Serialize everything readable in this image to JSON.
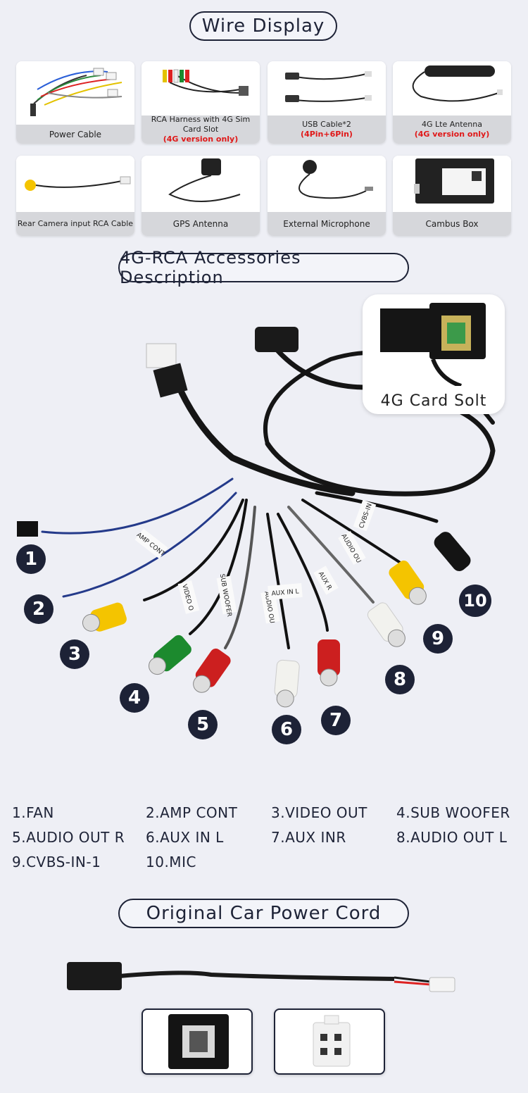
{
  "headings": {
    "wire_display": "Wire Display",
    "accessories": "4G-RCA Accessories Description",
    "power_cord": "Original Car Power Cord"
  },
  "cards": [
    {
      "label": "Power Cable",
      "note": ""
    },
    {
      "label": "RCA Harness with 4G Sim Card Slot",
      "note": "(4G version only)"
    },
    {
      "label": "USB Cable*2",
      "note": "(4Pin+6Pin)"
    },
    {
      "label": "4G Lte Antenna",
      "note": "(4G version only)"
    },
    {
      "label": "Rear Camera input RCA Cable",
      "note": ""
    },
    {
      "label": "GPS Antenna",
      "note": ""
    },
    {
      "label": "External Microphone",
      "note": ""
    },
    {
      "label": "Cambus Box",
      "note": ""
    }
  ],
  "card_slot_label": "4G Card Solt",
  "wire_tags": {
    "amp": "AMP CONT",
    "video": "VIDEO O",
    "sub": "SUB WOOFER",
    "auxl": "AUDIO OU",
    "auxin": "AUX IN L",
    "auxr": "AUX R",
    "audl": "AUDIO OU",
    "cvbs": "CVBS-IN"
  },
  "callouts": [
    "1",
    "2",
    "3",
    "4",
    "5",
    "6",
    "7",
    "8",
    "9",
    "10"
  ],
  "legend": [
    "1.FAN",
    "2.AMP CONT",
    "3.VIDEO OUT",
    "4.SUB WOOFER",
    "5.AUDIO OUT R",
    "6.AUX IN L",
    "7.AUX INR",
    "8.AUDIO OUT L",
    "9.CVBS-IN-1",
    "10.MIC"
  ],
  "colors": {
    "navy": "#1d2236",
    "rca_yellow": "#f4c400",
    "rca_green": "#1c8a2e",
    "rca_red": "#cc1f1f",
    "rca_white": "#f2f2ee"
  }
}
